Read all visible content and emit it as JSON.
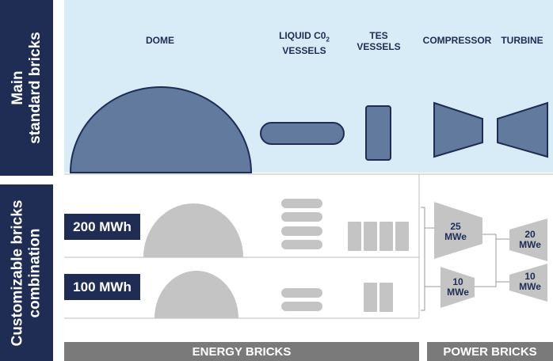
{
  "sidebar": {
    "main_label": "Main standard bricks",
    "main_line1": "Main",
    "main_line2": "standard bricks",
    "custom_label": "Customizable bricks combination",
    "custom_line1": "Customizable bricks",
    "custom_line2": "combination"
  },
  "standard_bricks": {
    "dome": "DOME",
    "liquid_co2_line1": "LIQUID C0",
    "liquid_co2_sub": "2",
    "liquid_co2_line2": "VESSELS",
    "tes_line1": "TES",
    "tes_line2": "VESSELS",
    "compressor": "COMPRESSOR",
    "turbine": "TURBINE"
  },
  "combinations": {
    "row1_tag": "200 MWh",
    "row2_tag": "100 MWh",
    "compressor_25_line1": "25",
    "compressor_25_line2": "MWe",
    "compressor_10_line1": "10",
    "compressor_10_line2": "MWe",
    "turbine_20_line1": "20",
    "turbine_20_line2": "MWe",
    "turbine_10_line1": "10",
    "turbine_10_line2": "MWe"
  },
  "footer": {
    "energy_bricks": "ENERGY BRICKS",
    "power_bricks": "POWER BRICKS"
  },
  "colors": {
    "navy": "#1f2d55",
    "light_blue": "#d8ecf7",
    "brick_blue": "#627a9e",
    "brick_gray": "#c4c4c4",
    "bar_gray": "#7a7a7a"
  }
}
